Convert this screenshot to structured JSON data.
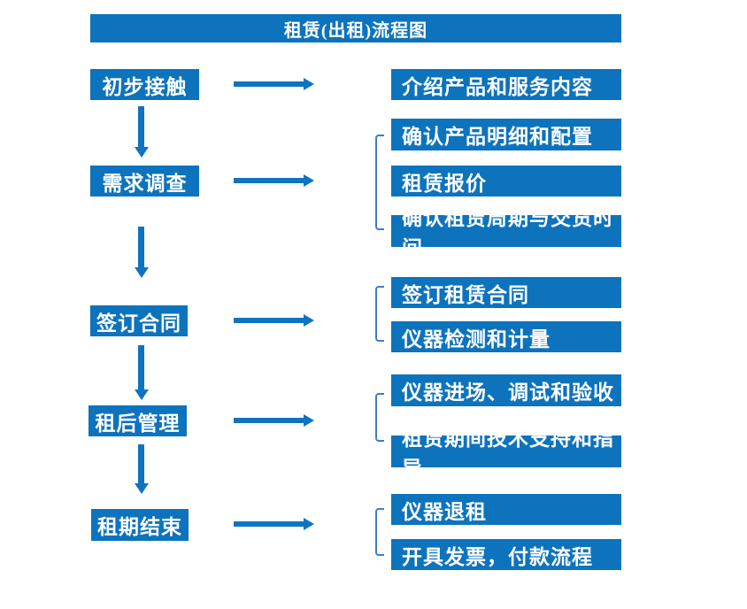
{
  "title": "租赁(出租)流程图",
  "colors": {
    "primary_blue": "#0d73bd",
    "arrow_blue": "#0f74c0",
    "bracket_blue": "#3d7ec6",
    "text_white": "#ffffff",
    "background": "#ffffff"
  },
  "chart_type": "flowchart",
  "stages": [
    {
      "step": "初步接触",
      "details": [
        "介绍产品和服务内容"
      ]
    },
    {
      "step": "需求调查",
      "details": [
        "确认产品明细和配置",
        "租赁报价",
        "确认租赁周期与交货时间"
      ]
    },
    {
      "step": "签订合同",
      "details": [
        "签订租赁合同",
        "仪器检测和计量"
      ]
    },
    {
      "step": "租后管理",
      "details": [
        "仪器进场、调试和验收",
        "租赁期间技术支持和指导"
      ]
    },
    {
      "step": "租期结束",
      "details": [
        "仪器退租",
        "开具发票，付款流程"
      ]
    }
  ]
}
